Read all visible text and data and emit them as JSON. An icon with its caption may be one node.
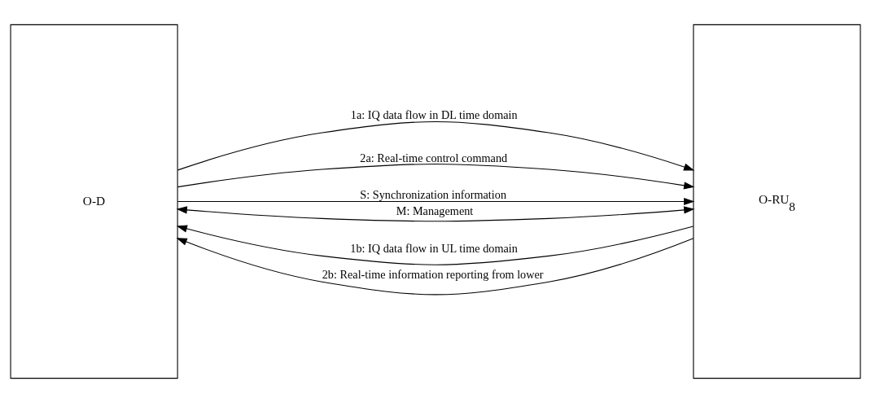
{
  "diagram": {
    "nodes": [
      {
        "text": [
          "O-D"
        ]
      },
      {
        "text": [
          "O-RU$_{8}$"
        ]
      }
    ],
    "edges": [
      {
        "from": 0,
        "to": 1,
        "arrow": "to",
        "label": "1a: IQ data flow in DL time domain"
      },
      {
        "from": 1,
        "to": 0,
        "arrow": "to",
        "label": "1b: IQ data flow in UL time domain"
      },
      {
        "from": 0,
        "to": 1,
        "arrow": "to",
        "label": "2a: Real-time control command"
      },
      {
        "from": 1,
        "to": 0,
        "arrow": "to",
        "label": "2b: Real-time information reporting from lower"
      },
      {
        "from": 0,
        "to": 1,
        "arrow": "to",
        "label": "S: Synchronization information"
      },
      {
        "from": 0,
        "to": 1,
        "arrow": "both",
        "label": "M: Management"
      }
    ]
  }
}
